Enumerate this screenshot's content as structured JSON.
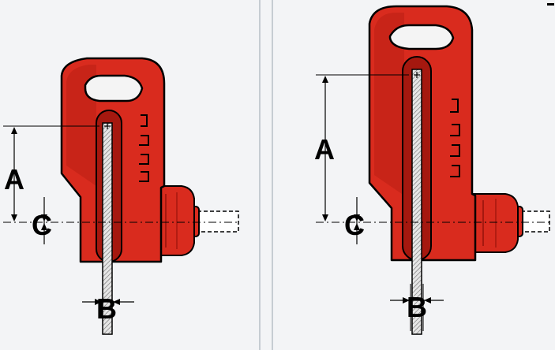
{
  "colors": {
    "background": "#f3f4f6",
    "clamp_body": "#d92b1e",
    "clamp_shadow": "#a5180f",
    "outline": "#1a1a1a",
    "divider": "#9aa3ad"
  },
  "panels": [
    {
      "name": "short-clamp",
      "labels": {
        "a": "A",
        "b": "B",
        "c": "C"
      }
    },
    {
      "name": "tall-clamp",
      "labels": {
        "a": "A",
        "b": "B",
        "c": "C"
      }
    }
  ]
}
